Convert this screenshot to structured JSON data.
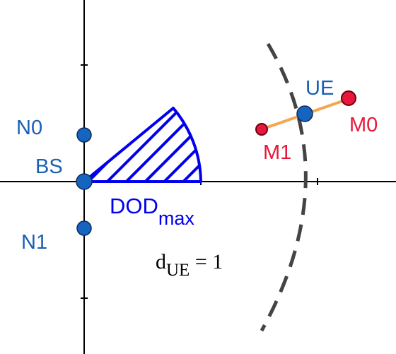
{
  "colors": {
    "axis": "#000000",
    "node_fill": "#1565c0",
    "node_stroke": "#0d2a57",
    "node_label": "#1a5fb4",
    "wedge": "#0000ee",
    "mirror_fill": "#e8183c",
    "mirror_stroke": "#6a0012",
    "mirror_label": "#e8183c",
    "link_line": "#f5a650",
    "arc": "#444444",
    "annotation": "#000000"
  },
  "labels": {
    "n0": "N0",
    "bs": "BS",
    "n1": "N1",
    "ue": "UE",
    "m0": "M0",
    "m1": "M1",
    "dod_main": "DOD",
    "dod_sub": "max",
    "d_main": "d",
    "d_sub": "UE",
    "d_value": " = 1"
  }
}
